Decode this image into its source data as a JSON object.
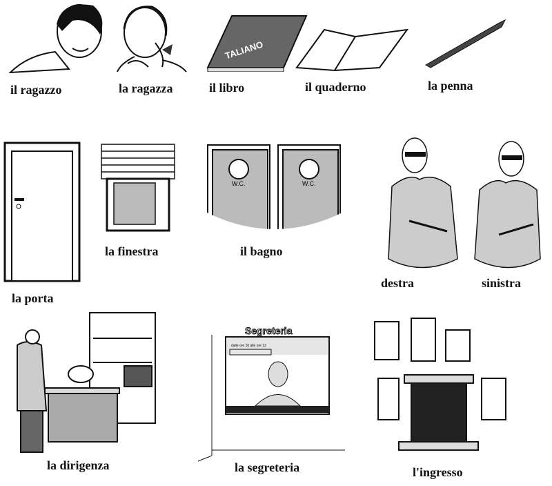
{
  "vocabulary": [
    {
      "label": "il ragazzo",
      "icon": "boy-portrait"
    },
    {
      "label": "la ragazza",
      "icon": "girl-portrait"
    },
    {
      "label": "il libro",
      "icon": "book"
    },
    {
      "label": "il quaderno",
      "icon": "notebook"
    },
    {
      "label": "la penna",
      "icon": "pen"
    },
    {
      "label": "la porta",
      "icon": "door"
    },
    {
      "label": "la finestra",
      "icon": "window"
    },
    {
      "label": "il bagno",
      "icon": "restroom-doors"
    },
    {
      "label": "destra",
      "icon": "man-pointing-right"
    },
    {
      "label": "sinistra",
      "icon": "man-pointing-left"
    },
    {
      "label": "la dirigenza",
      "icon": "manager-office"
    },
    {
      "label": "la segreteria",
      "icon": "secretary-window"
    },
    {
      "label": "l'ingresso",
      "icon": "building-entrance"
    }
  ],
  "book_cover_text": "TALIANO",
  "wc_sign": "W.C.",
  "office_sign": "Segreteria",
  "office_notice": "dalle ore 10 alle ore 13"
}
